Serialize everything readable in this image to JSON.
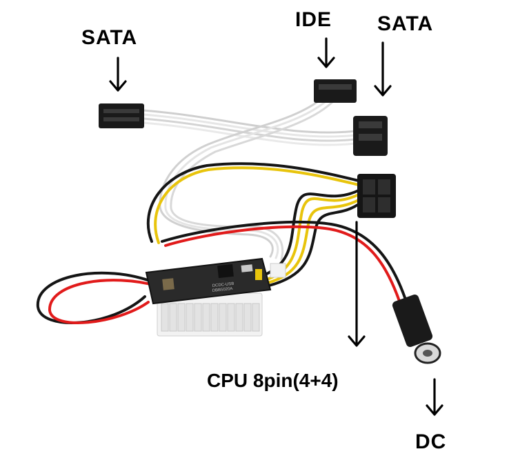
{
  "labels": {
    "sata_left": "SATA",
    "ide": "IDE",
    "sata_right": "SATA",
    "cpu": "CPU 8pin(4+4)",
    "dc": "DC"
  },
  "board": {
    "marking_1": "DCDC-USB",
    "marking_2": "DBB5020A"
  },
  "colors": {
    "wire_white": "#dcdcdc",
    "wire_red": "#e11b1b",
    "wire_black": "#151515",
    "wire_yellow": "#e8c40c",
    "pcb": "#2a2a2a",
    "connector_white": "#f2f2f2",
    "connector_black": "#1a1a1a"
  }
}
